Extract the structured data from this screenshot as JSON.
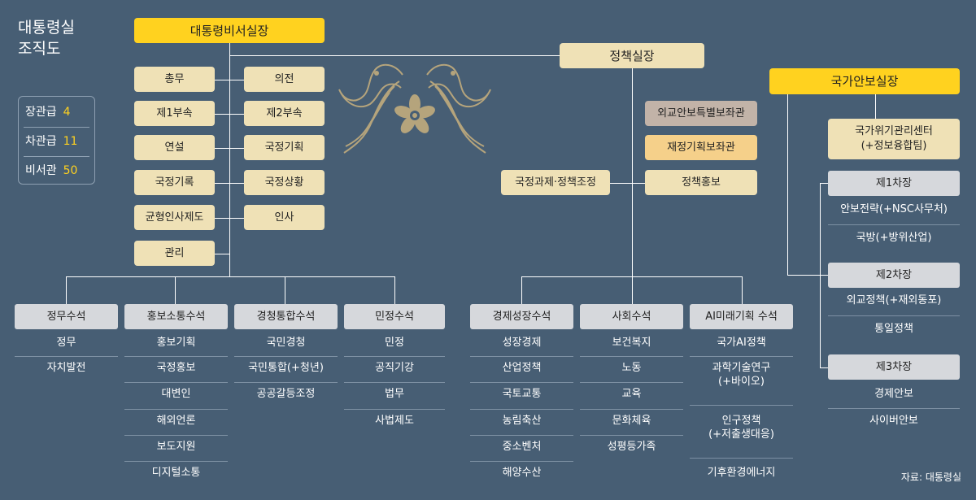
{
  "title": {
    "line1": "대통령실",
    "line2": "조직도"
  },
  "legend": [
    {
      "label": "장관급",
      "count": "4"
    },
    {
      "label": "차관급",
      "count": "11"
    },
    {
      "label": "비서관",
      "count": "50"
    }
  ],
  "chief_of_staff": {
    "label": "대통령비서실장",
    "secretaries_left": [
      "총무",
      "제1부속",
      "연설",
      "국정기록",
      "균형인사제도",
      "관리"
    ],
    "secretaries_right": [
      "의전",
      "제2부속",
      "국정기획",
      "국정상황",
      "인사"
    ],
    "senior_secretaries": [
      {
        "label": "정무수석",
        "items": [
          "정무",
          "자치발전"
        ]
      },
      {
        "label": "홍보소통수석",
        "items": [
          "홍보기획",
          "국정홍보",
          "대변인",
          "해외언론",
          "보도지원",
          "디지털소통"
        ]
      },
      {
        "label": "경청통합수석",
        "items": [
          "국민경청",
          "국민통합(+청년)",
          "공공갈등조정"
        ]
      },
      {
        "label": "민정수석",
        "items": [
          "민정",
          "공직기강",
          "법무",
          "사법제도"
        ]
      }
    ]
  },
  "policy_chief": {
    "label": "정책실장",
    "special_advisors": [
      "외교안보특별보좌관",
      "재정기획보좌관"
    ],
    "left_unit": "국정과제·정책조정",
    "right_unit": "정책홍보",
    "senior_secretaries": [
      {
        "label": "경제성장수석",
        "items": [
          "성장경제",
          "산업정책",
          "국토교통",
          "농림축산",
          "중소벤처",
          "해양수산"
        ]
      },
      {
        "label": "사회수석",
        "items": [
          "보건복지",
          "노동",
          "교육",
          "문화체육",
          "성평등가족"
        ]
      },
      {
        "label": "AI미래기획 수석",
        "items": [
          "국가AI정책",
          "과학기술연구\n(+바이오)",
          "인구정책\n(+저출생대응)",
          "기후환경에너지"
        ]
      }
    ]
  },
  "security_chief": {
    "label": "국가안보실장",
    "crisis_center": "국가위기관리센터\n(+정보융합팀)",
    "deputies": [
      {
        "label": "제1차장",
        "items": [
          "안보전략(+NSC사무처)",
          "국방(+방위산업)"
        ]
      },
      {
        "label": "제2차장",
        "items": [
          "외교정책(+재외동포)",
          "통일정책"
        ]
      },
      {
        "label": "제3차장",
        "items": [
          "경제안보",
          "사이버안보"
        ]
      }
    ]
  },
  "emblem": {
    "icon": "phoenix-emblem-icon"
  },
  "source": "자료: 대통령실",
  "colors": {
    "background": "#475e74",
    "chief_box": "#ffd21f",
    "secretary_box": "#efe1b6",
    "senior_box": "#d6d8dc",
    "advisor_box": "#c2b3a8",
    "fiscal_advisor_box": "#f5d08a",
    "emblem": "#b5a47c",
    "highlight_number": "#ffd21f"
  }
}
